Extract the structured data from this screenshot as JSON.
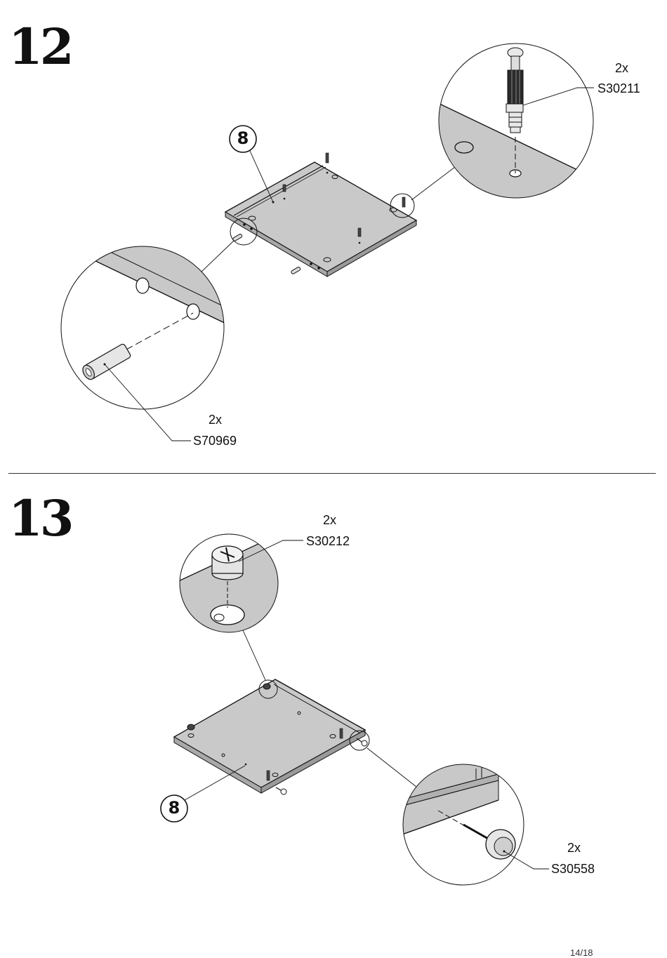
{
  "step12": {
    "number": "12",
    "part_number": "8",
    "callout_top": {
      "quantity": "2x",
      "code": "S30211"
    },
    "callout_left": {
      "quantity": "2x",
      "code": "S70969"
    }
  },
  "step13": {
    "number": "13",
    "part_number": "8",
    "callout_top": {
      "quantity": "2x",
      "code": "S30212"
    },
    "callout_right": {
      "quantity": "2x",
      "code": "S30558"
    }
  },
  "page_number": "14/18"
}
